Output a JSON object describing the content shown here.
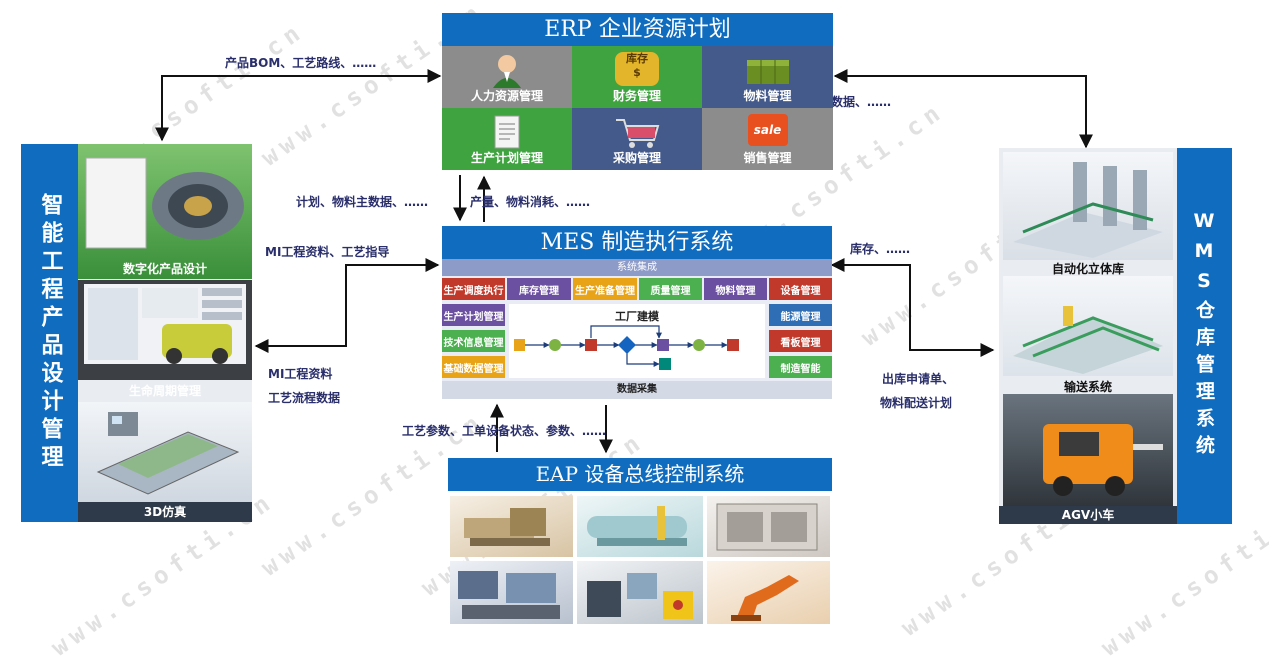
{
  "watermark": "www.csofti.cn",
  "erp": {
    "title": "ERP 企业资源计划",
    "tiles": [
      {
        "label": "人力资源管理",
        "color": "#8c8c8c"
      },
      {
        "label": "财务管理",
        "color": "#3fa340",
        "icon_text": "库存"
      },
      {
        "label": "物料管理",
        "color": "#445a8a"
      },
      {
        "label": "生产计划管理",
        "color": "#3fa340"
      },
      {
        "label": "采购管理",
        "color": "#445a8a"
      },
      {
        "label": "销售管理",
        "color": "#8c8c8c",
        "icon_text": "sale"
      }
    ]
  },
  "mes": {
    "title": "MES 制造执行系统",
    "integration": "系统集成",
    "top_modules": [
      "生产调度执行",
      "库存管理",
      "生产准备管理",
      "质量管理",
      "物料管理",
      "设备管理"
    ],
    "left_modules": [
      "生产计划管理",
      "技术信息管理",
      "基础数据管理"
    ],
    "right_modules": [
      "能源管理",
      "看板管理",
      "制造智能"
    ],
    "center": "工厂建模",
    "bottom": "数据采集"
  },
  "eap": {
    "title": "EAP 设备总线控制系统"
  },
  "left_panel": {
    "title": "智能工程产品设计管理",
    "captions": [
      "数字化产品设计",
      "生命周期管理",
      "3D仿真"
    ]
  },
  "wms": {
    "title": "WMS仓库管理系统",
    "captions": [
      "自动化立体库",
      "输送系统",
      "AGV小车"
    ]
  },
  "labels": {
    "erp_left": "产品BOM、工艺路线、……",
    "erp_mid": "……",
    "erp_right": "物料主数据、……",
    "erp_mes_down": "计划、物料主数据、……",
    "erp_mes_up": "产量、物料消耗、……",
    "mi_top": "MI工程资料、工艺指导",
    "mi_bottom_1": "MI工程资料",
    "mi_bottom_2": "工艺流程数据",
    "wms_top": "库存、……",
    "wms_bottom_1": "出库申请单、",
    "wms_bottom_2": "物料配送计划",
    "eap": "工艺参数、工单设备状态、参数、……"
  },
  "colors": {
    "title_blue": "#0f6cbf",
    "module_red": "#c0392b",
    "module_purple": "#6b4fa0",
    "module_green": "#4caf50",
    "module_orange": "#e8a317",
    "module_blue": "#2f6db5"
  }
}
